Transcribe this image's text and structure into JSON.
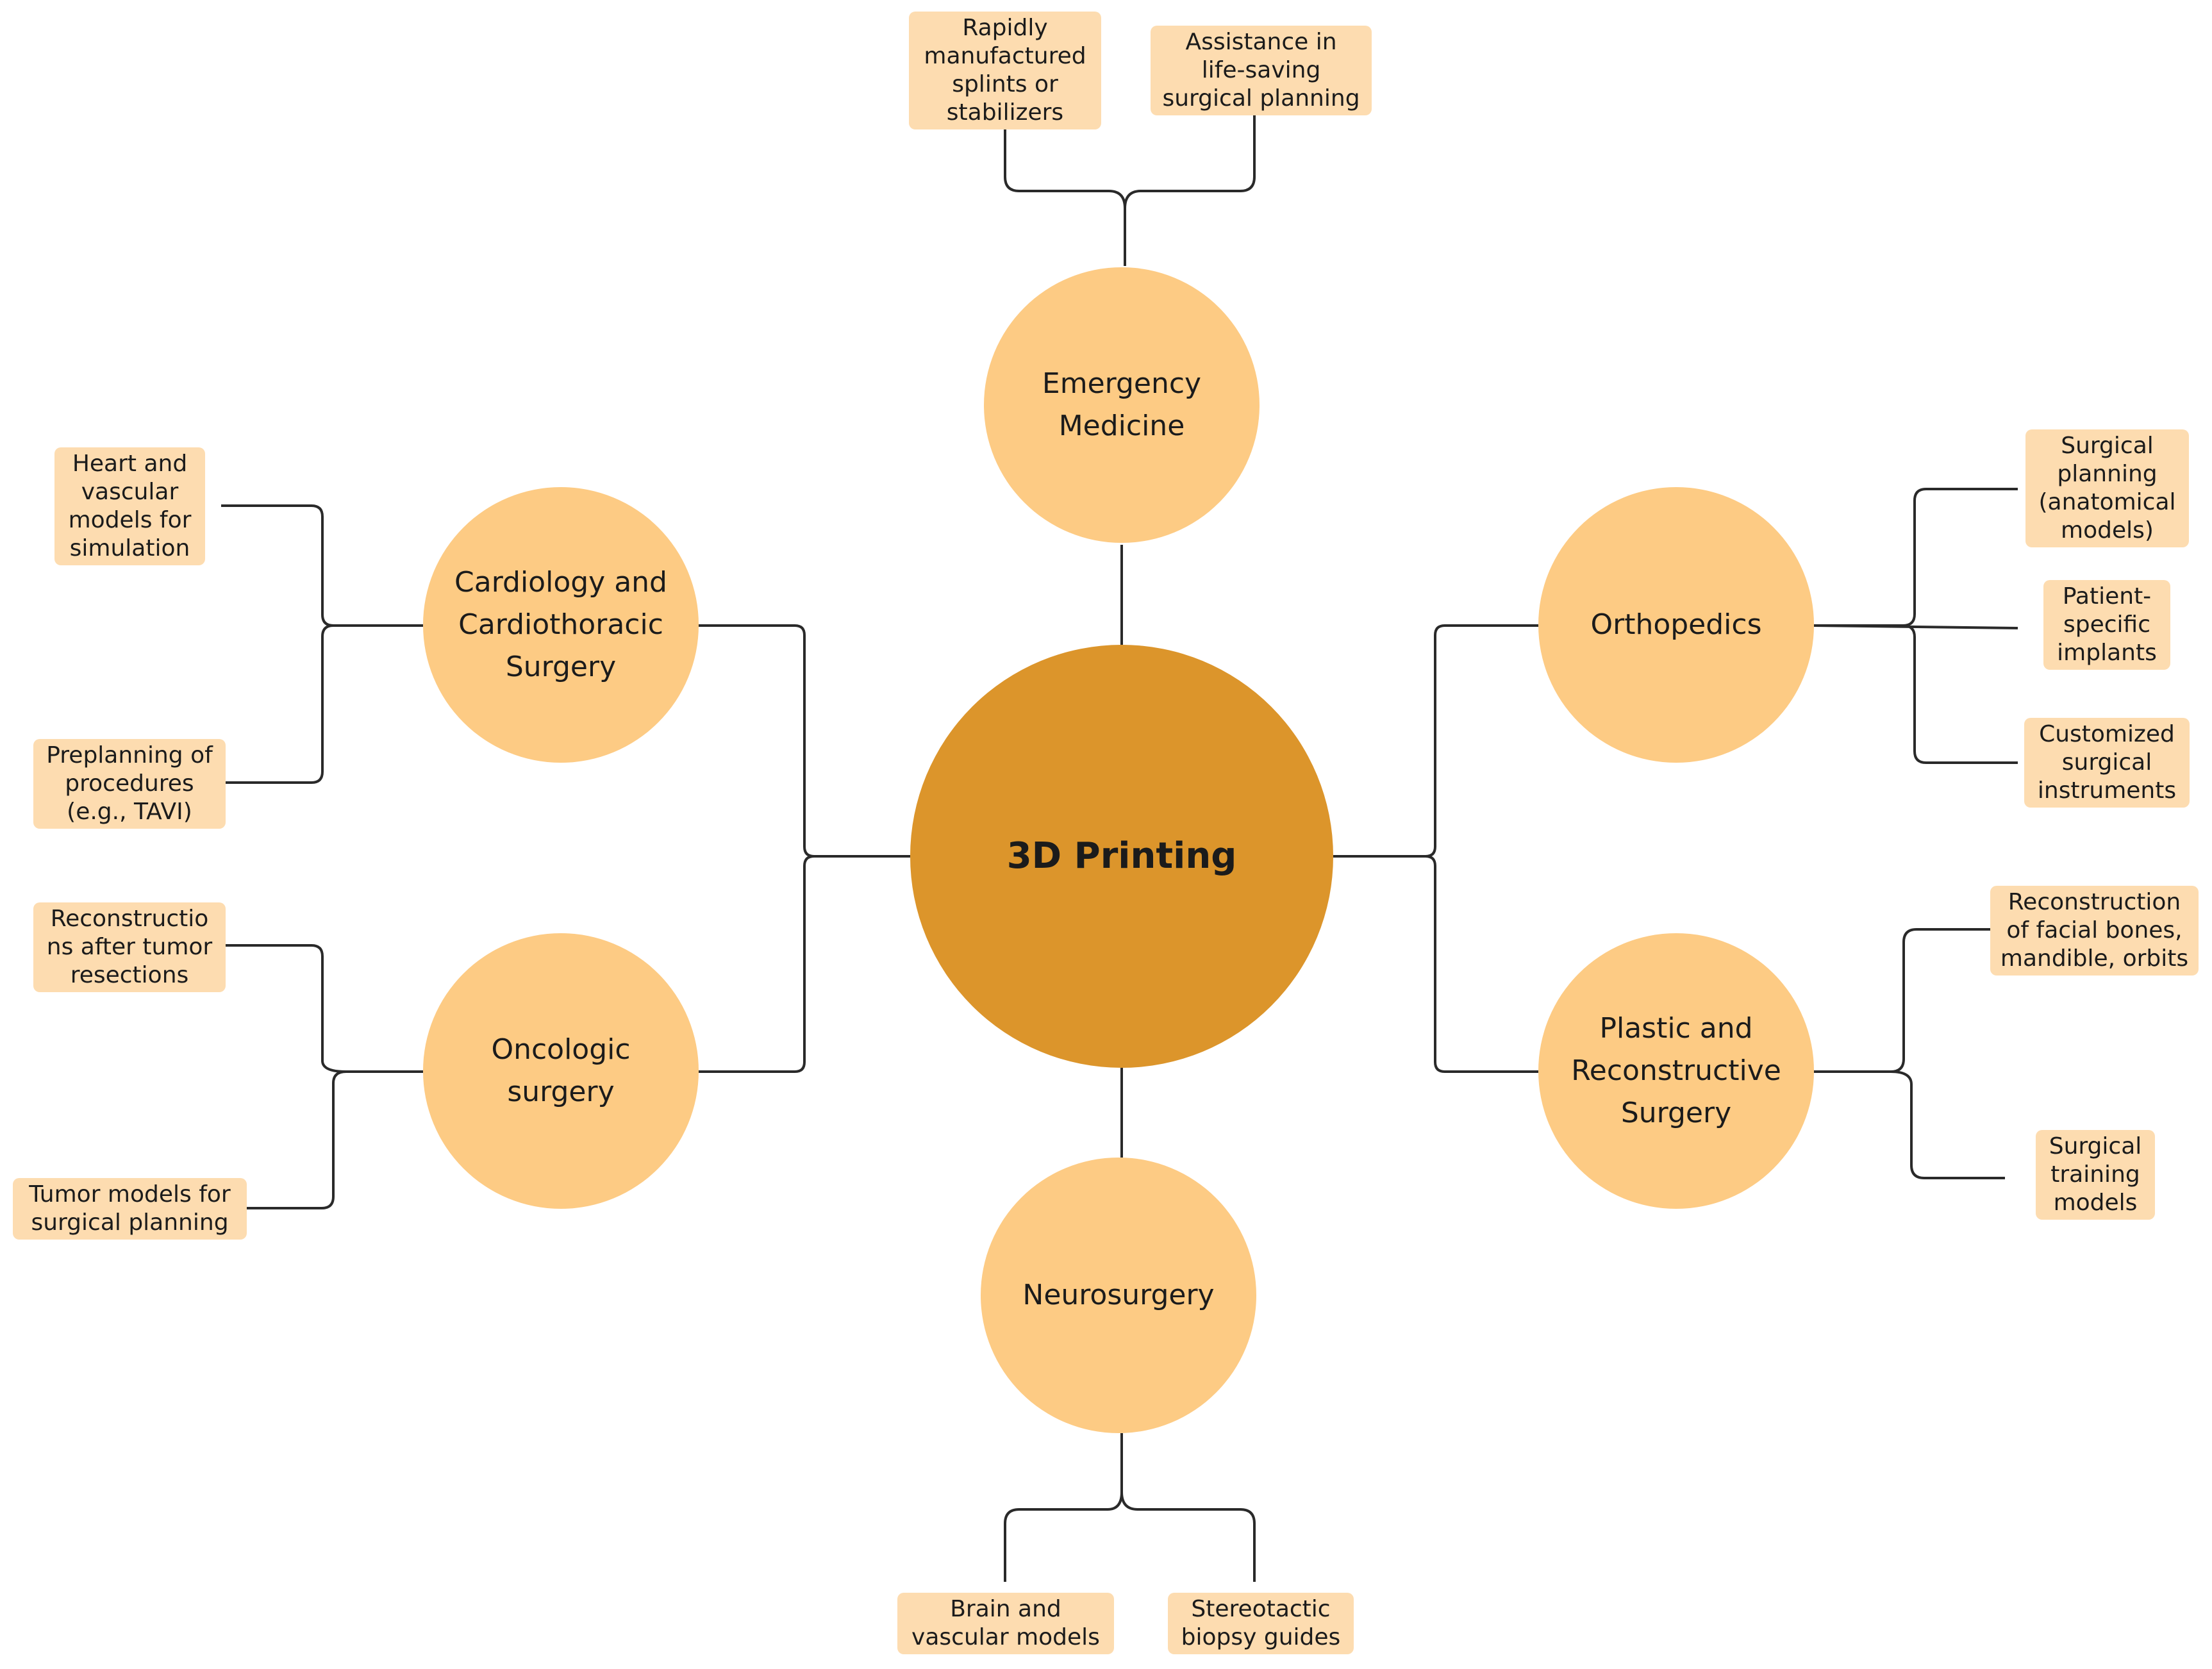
{
  "center": {
    "label": "3D Printing"
  },
  "categories": {
    "emergency": {
      "label": "Emergency\nMedicine",
      "items": [
        "Rapidly\nmanufactured\nsplints or\nstabilizers",
        "Assistance in\nlife-saving\nsurgical planning"
      ]
    },
    "cardiology": {
      "label": "Cardiology and\nCardiothoracic\nSurgery",
      "items": [
        "Heart and\nvascular\nmodels for\nsimulation",
        "Preplanning of\nprocedures\n(e.g., TAVI)"
      ]
    },
    "oncologic": {
      "label": "Oncologic\nsurgery",
      "items": [
        "Reconstructio\nns after tumor\nresections",
        "Tumor models for\nsurgical planning"
      ]
    },
    "orthopedics": {
      "label": "Orthopedics",
      "items": [
        "Surgical\nplanning\n(anatomical\nmodels)",
        "Patient-\nspecific\nimplants",
        "Customized\nsurgical\ninstruments"
      ]
    },
    "plastic": {
      "label": "Plastic and\nReconstructive\nSurgery",
      "items": [
        "Reconstruction\nof facial bones,\nmandible, orbits",
        "Surgical\ntraining\nmodels"
      ]
    },
    "neurosurgery": {
      "label": "Neurosurgery",
      "items": [
        "Brain and\nvascular models",
        "Stereotactic\nbiopsy guides"
      ]
    }
  },
  "colors": {
    "center_fill": "#dc952b",
    "category_fill": "#fdcb84",
    "leaf_fill": "#fddcb0",
    "connector": "#2a2a2a"
  }
}
